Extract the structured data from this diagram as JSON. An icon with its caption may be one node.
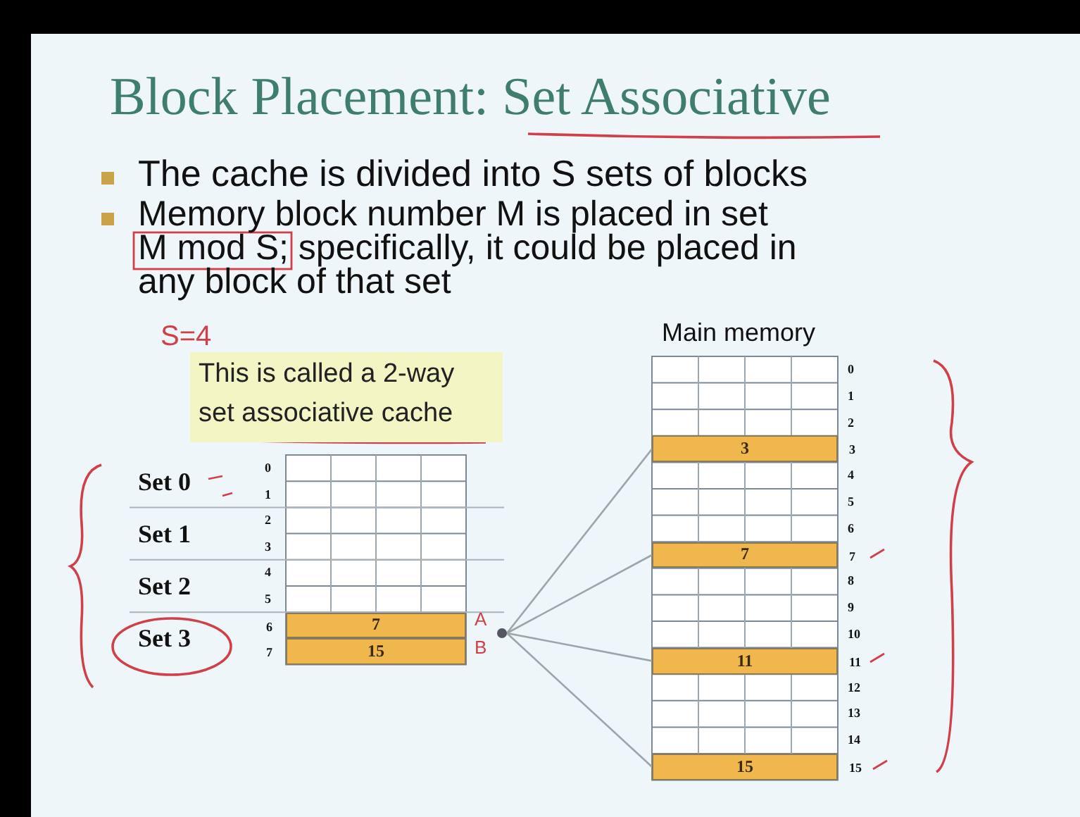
{
  "diagram": {
    "title": "Block Placement: Set Associative",
    "nodes": [
      {
        "text": [
          "7"
        ],
        "beside": [
          "6"
        ]
      },
      {
        "text": [
          "15"
        ],
        "beside": [
          "7"
        ]
      },
      {
        "text": [],
        "shape": "circle"
      },
      {
        "text": [
          "3"
        ],
        "beside": [
          "3"
        ]
      },
      {
        "text": [
          "7"
        ],
        "beside": [
          "7"
        ]
      },
      {
        "text": [
          "11"
        ],
        "beside": [
          "11"
        ]
      },
      {
        "text": [
          "15"
        ],
        "beside": [
          "15"
        ]
      }
    ],
    "edges": [
      {
        "from": 2,
        "to": 3,
        "arrow": "none"
      },
      {
        "from": 2,
        "to": 4,
        "arrow": "none"
      },
      {
        "from": 2,
        "to": 5,
        "arrow": "none"
      },
      {
        "from": 2,
        "to": 6,
        "arrow": "none"
      }
    ],
    "labels": [
      "The cache is divided into S sets of blocks",
      "Memory block number M is placed in set M mod S; specifically, it could be placed in any block of that set",
      "S=4",
      "Main memory",
      "This is called a 2-way set associative cache",
      "Set 0",
      "0",
      "1",
      "Set 1",
      "2",
      "3",
      "Set 2",
      "4",
      "5",
      "Set 3",
      "A",
      "B",
      "0",
      "1",
      "2",
      "4",
      "5",
      "6",
      "8",
      "9",
      "10",
      "12",
      "13",
      "14"
    ]
  }
}
